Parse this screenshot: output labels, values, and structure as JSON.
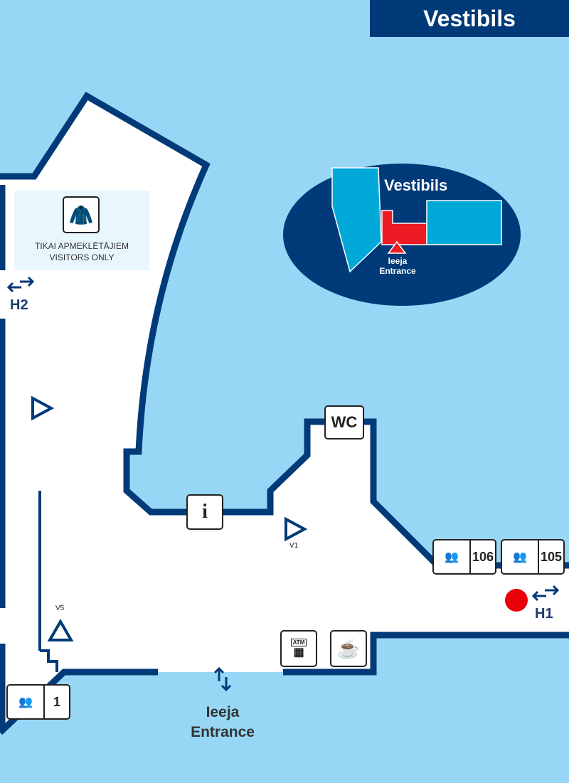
{
  "header": {
    "title": "Vestibils"
  },
  "legend": {
    "title": "Vestibils",
    "entrance_lv": "Ieeja",
    "entrance_en": "Entrance"
  },
  "cloakroom": {
    "line1": "TIKAI APMEKLĒTĀJIEM",
    "line2": "VISITORS ONLY"
  },
  "markers": {
    "h2": "H2",
    "h1": "H1",
    "v1": "V1",
    "v5": "V5"
  },
  "facilities": {
    "wc": "WC",
    "info": "i",
    "atm": "ATM"
  },
  "rooms": [
    {
      "number": "106"
    },
    {
      "number": "105"
    },
    {
      "number": "1"
    }
  ],
  "entrance": {
    "lv": "Ieeja",
    "en": "Entrance"
  },
  "colors": {
    "wall": "#003a78",
    "background": "#97d7f5",
    "you_are_here": "#e8000b",
    "legend_area": "#00a9d8",
    "legend_current": "#ed1c24"
  }
}
